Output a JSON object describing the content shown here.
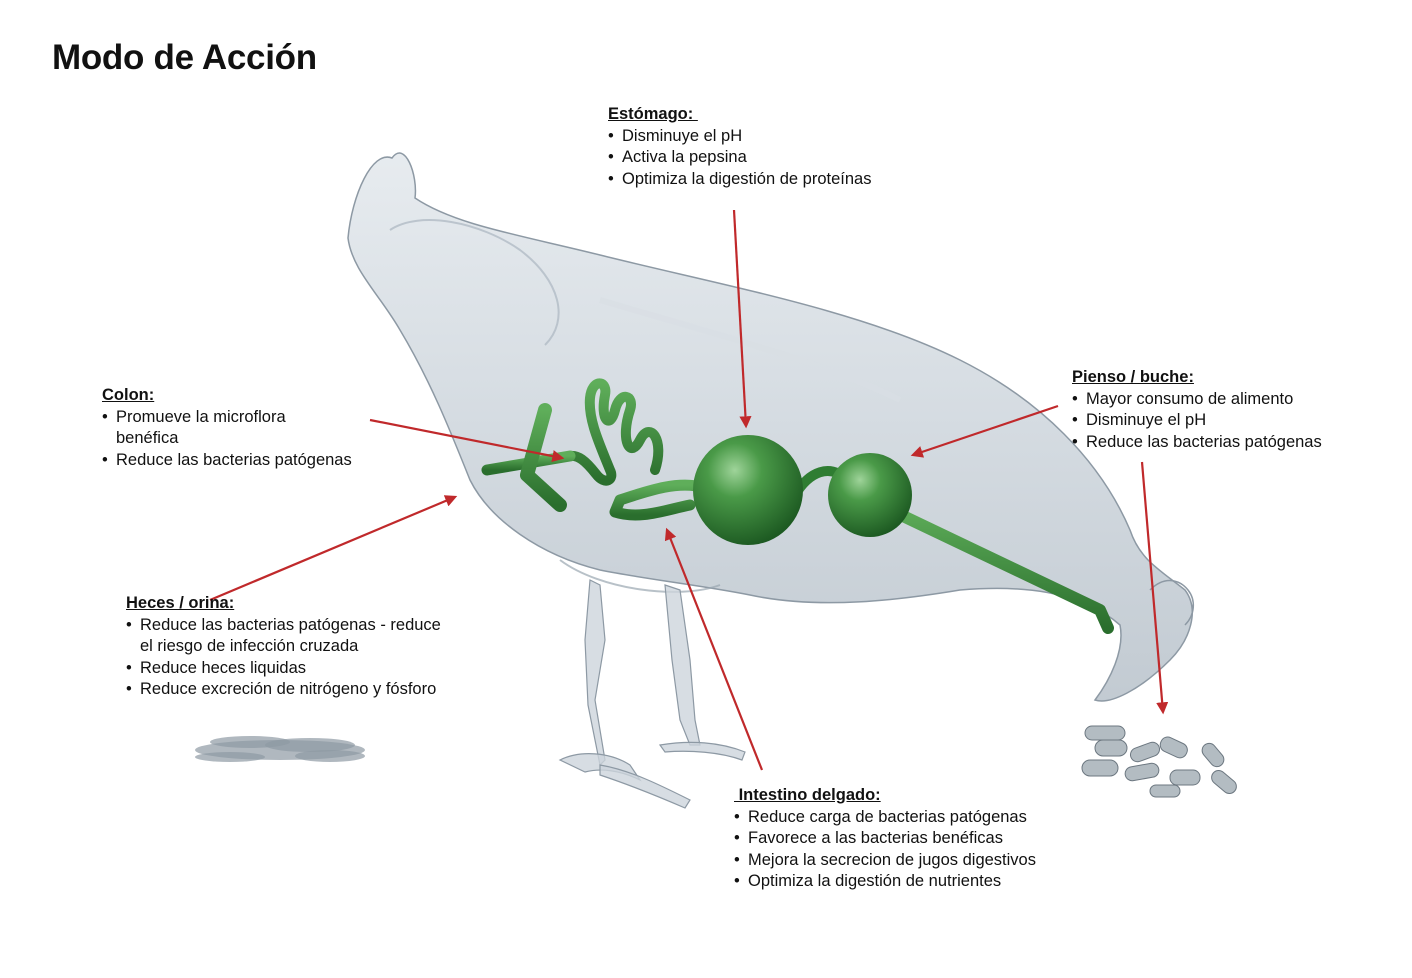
{
  "title": "Modo de Acción",
  "labels": {
    "estomago": {
      "heading": "Estómago: ",
      "items": [
        "Disminuye el pH",
        "Activa la pepsina",
        "Optimiza la digestión de proteínas"
      ]
    },
    "colon": {
      "heading": "Colon:",
      "items": [
        "Promueve la microflora\nbenéfica",
        "Reduce las bacterias patógenas"
      ]
    },
    "pienso": {
      "heading": "Pienso / buche:",
      "items": [
        "Mayor consumo de alimento",
        "Disminuye el pH",
        "Reduce las bacterias patógenas"
      ]
    },
    "heces": {
      "heading": "Heces / orina:",
      "items": [
        "Reduce las bacterias patógenas - reduce\nel riesgo de infección cruzada",
        "Reduce heces liquidas",
        "Reduce excreción de nitrógeno y fósforo"
      ]
    },
    "intestino": {
      "heading": " Intestino delgado:",
      "items": [
        "Reduce carga de bacterias patógenas",
        "Favorece a las bacterias benéficas",
        "Mejora la secrecion de jugos digestivos",
        "Optimiza la digestión de nutrientes"
      ]
    }
  },
  "colors": {
    "arrow": "#c0292b",
    "organ_green": "#2f7d32",
    "body_glass": "#c7d0d8",
    "body_outline": "#8d99a4"
  }
}
